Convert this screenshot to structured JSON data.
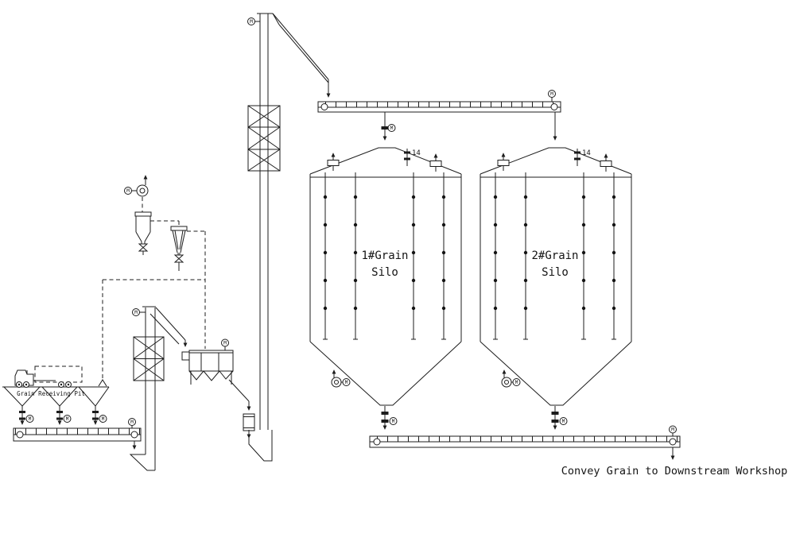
{
  "diagram": {
    "labels": {
      "silo1_line1": "1#Grain",
      "silo1_line2": "Silo",
      "silo2_line1": "2#Grain",
      "silo2_line2": "Silo",
      "receiving_pit": "Grain Receiving Pit",
      "downstream_note": "Convey Grain to Downstream Workshop",
      "silo1_sensor": "14",
      "silo2_sensor": "14",
      "motor_letter": "M"
    },
    "colors": {
      "line": "#1c1c1c",
      "background": "#ffffff"
    }
  }
}
